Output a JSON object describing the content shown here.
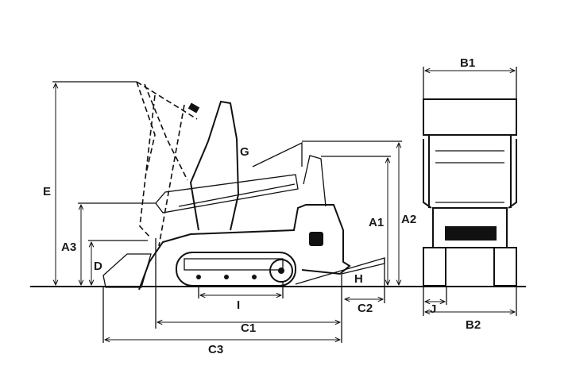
{
  "labels": {
    "E": "E",
    "A3": "A3",
    "D": "D",
    "G": "G",
    "A1": "A1",
    "A2": "A2",
    "H": "H",
    "I": "I",
    "C1": "C1",
    "C2": "C2",
    "C3": "C3",
    "B1": "B1",
    "B2": "B2",
    "J": "J"
  },
  "colors": {
    "line": "#111111",
    "background": "#ffffff"
  }
}
